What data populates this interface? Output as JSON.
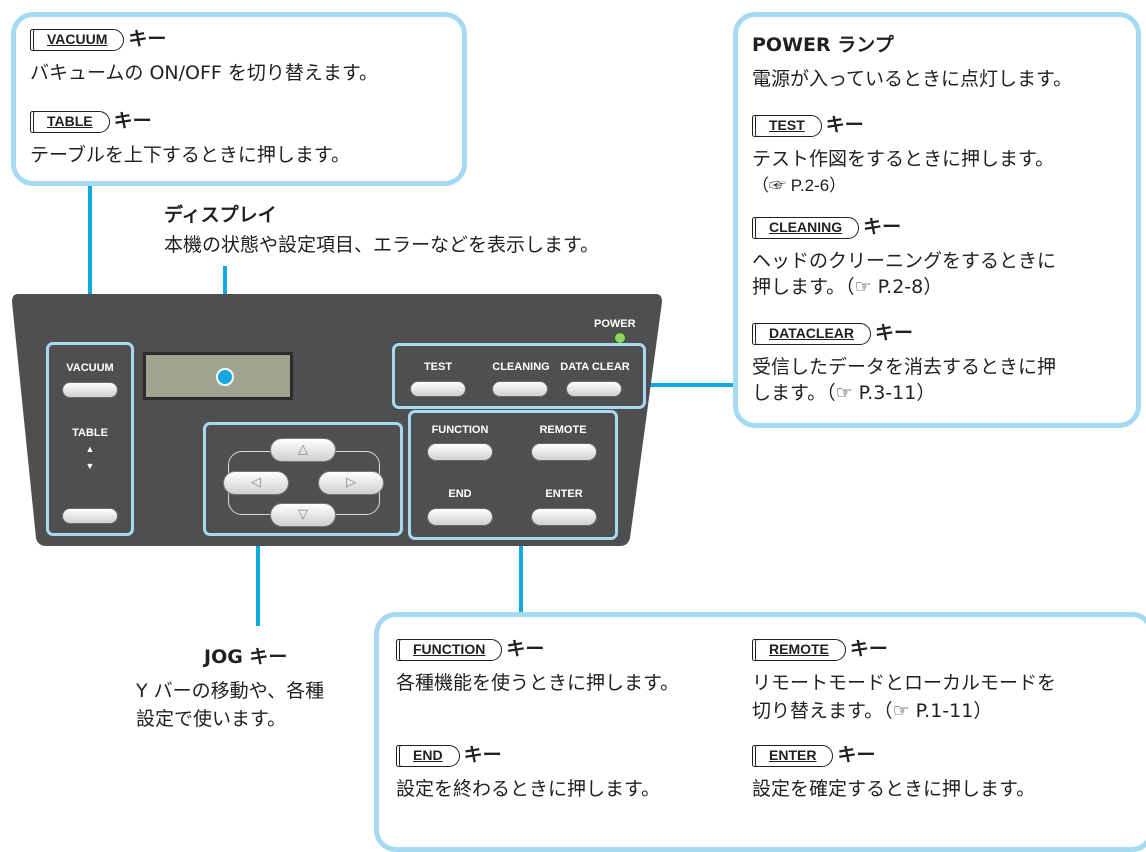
{
  "vacuum": {
    "key": "VACUUM",
    "suffix": "キー",
    "desc": "バキュームの ON/OFF を切り替えます。"
  },
  "table": {
    "key": "TABLE",
    "suffix": "キー",
    "desc": "テーブルを上下するときに押します。"
  },
  "display": {
    "title": "ディスプレイ",
    "desc": "本機の状態や設定項目、エラーなどを表示します。"
  },
  "power": {
    "title": "POWER ランプ",
    "desc": "電源が入っているときに点灯します。"
  },
  "test": {
    "key": "TEST",
    "suffix": "キー",
    "desc": "テスト作図をするときに押します。",
    "ref": "（☞ P.2-6）"
  },
  "cleaning": {
    "key": "CLEANING",
    "suffix": "キー",
    "desc1": "ヘッドのクリーニングをするときに",
    "desc2": "押します。（☞ P.2-8）"
  },
  "dataclear": {
    "key": "DATACLEAR",
    "suffix": "キー",
    "desc1": "受信したデータを消去するときに押",
    "desc2": "します。（☞ P.3-11）"
  },
  "jog": {
    "title": "JOG キー",
    "desc1": "Y バーの移動や、各種",
    "desc2": "設定で使います。"
  },
  "function": {
    "key": "FUNCTION",
    "suffix": "キー",
    "desc": "各種機能を使うときに押します。"
  },
  "remote": {
    "key": "REMOTE",
    "suffix": "キー",
    "desc1": "リモートモードとローカルモードを",
    "desc2": "切り替えます。（☞ P.1-11）"
  },
  "end": {
    "key": "END",
    "suffix": "キー",
    "desc": "設定を終わるときに押します。"
  },
  "enter": {
    "key": "ENTER",
    "suffix": "キー",
    "desc": "設定を確定するときに押します。"
  },
  "panel": {
    "vacuum": "VACUUM",
    "table": "TABLE",
    "up": "▲",
    "down": "▼",
    "power": "POWER",
    "test": "TEST",
    "cleaning": "CLEANING",
    "data_clear": "DATA CLEAR",
    "function": "FUNCTION",
    "remote": "REMOTE",
    "end": "END",
    "enter": "ENTER",
    "jog_up": "△",
    "jog_left": "◁",
    "jog_right": "▷",
    "jog_down": "▽"
  },
  "colors": {
    "panel": "#4f4f51",
    "accent": "#a6daf2",
    "connector": "#12a7e0",
    "lcd": "#9fa38f",
    "power_led": "#8fd15f"
  }
}
